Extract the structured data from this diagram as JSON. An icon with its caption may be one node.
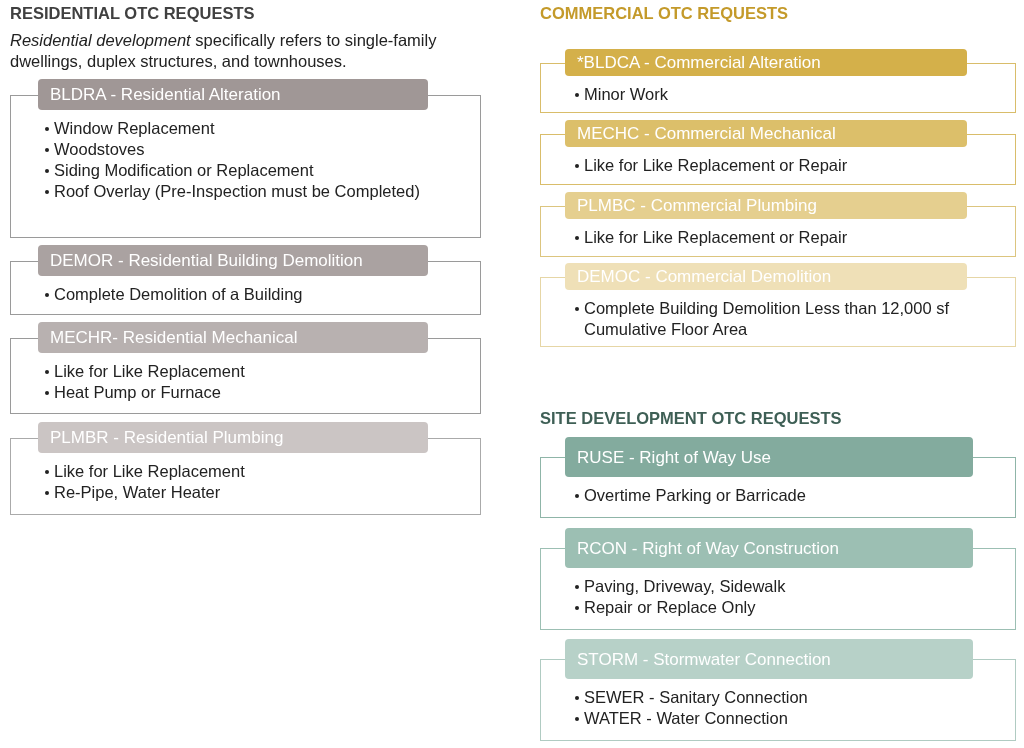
{
  "diagram": {
    "nodes": [
      {
        "text": [
          "BLDRA - Residential Alteration",
          "Window Replacement",
          "Woodstoves",
          "Siding Modification or Replacement",
          "Roof Overlay (Pre-Inspection must be Completed)"
        ]
      },
      {
        "text": [
          "DEMOR - Residential Building Demolition",
          "Complete Demolition of a Building"
        ]
      },
      {
        "text": [
          "MECHR- Residential Mechanical",
          "Like for Like Replacement",
          "Heat Pump or Furnace"
        ]
      },
      {
        "text": [
          "PLMBR - Residential Plumbing",
          "Like for Like Replacement",
          "Re-Pipe, Water Heater"
        ]
      },
      {
        "text": [
          "*BLDCA - Commercial Alteration",
          "Minor Work"
        ]
      },
      {
        "text": [
          "MECHC - Commercial Mechanical",
          "Like for Like Replacement or Repair"
        ]
      },
      {
        "text": [
          "PLMBC - Commercial Plumbing",
          "Like for Like Replacement or Repair"
        ]
      },
      {
        "text": [
          "DEMOC - Commercial Demolition",
          "Complete Building Demolition Less than 12,000 sf Cumulative Floor Area"
        ]
      },
      {
        "text": [
          "RUSE - Right of Way Use",
          "Overtime Parking or Barricade"
        ]
      },
      {
        "text": [
          "RCON - Right of Way Construction",
          "Paving, Driveway, Sidewalk",
          "Repair or Replace Only"
        ]
      },
      {
        "text": [
          "STORM - Stormwater Connection",
          "SEWER - Sanitary Connection",
          "WATER - Water Connection"
        ]
      }
    ],
    "labels": [
      "RESIDENTIAL OTC REQUESTS",
      "*Residential development* specifically refers to single-family dwellings, duplex structures, and townhouses.",
      "COMMERCIAL OTC REQUESTS",
      "SITE DEVELOPMENT OTC REQUESTS"
    ]
  }
}
